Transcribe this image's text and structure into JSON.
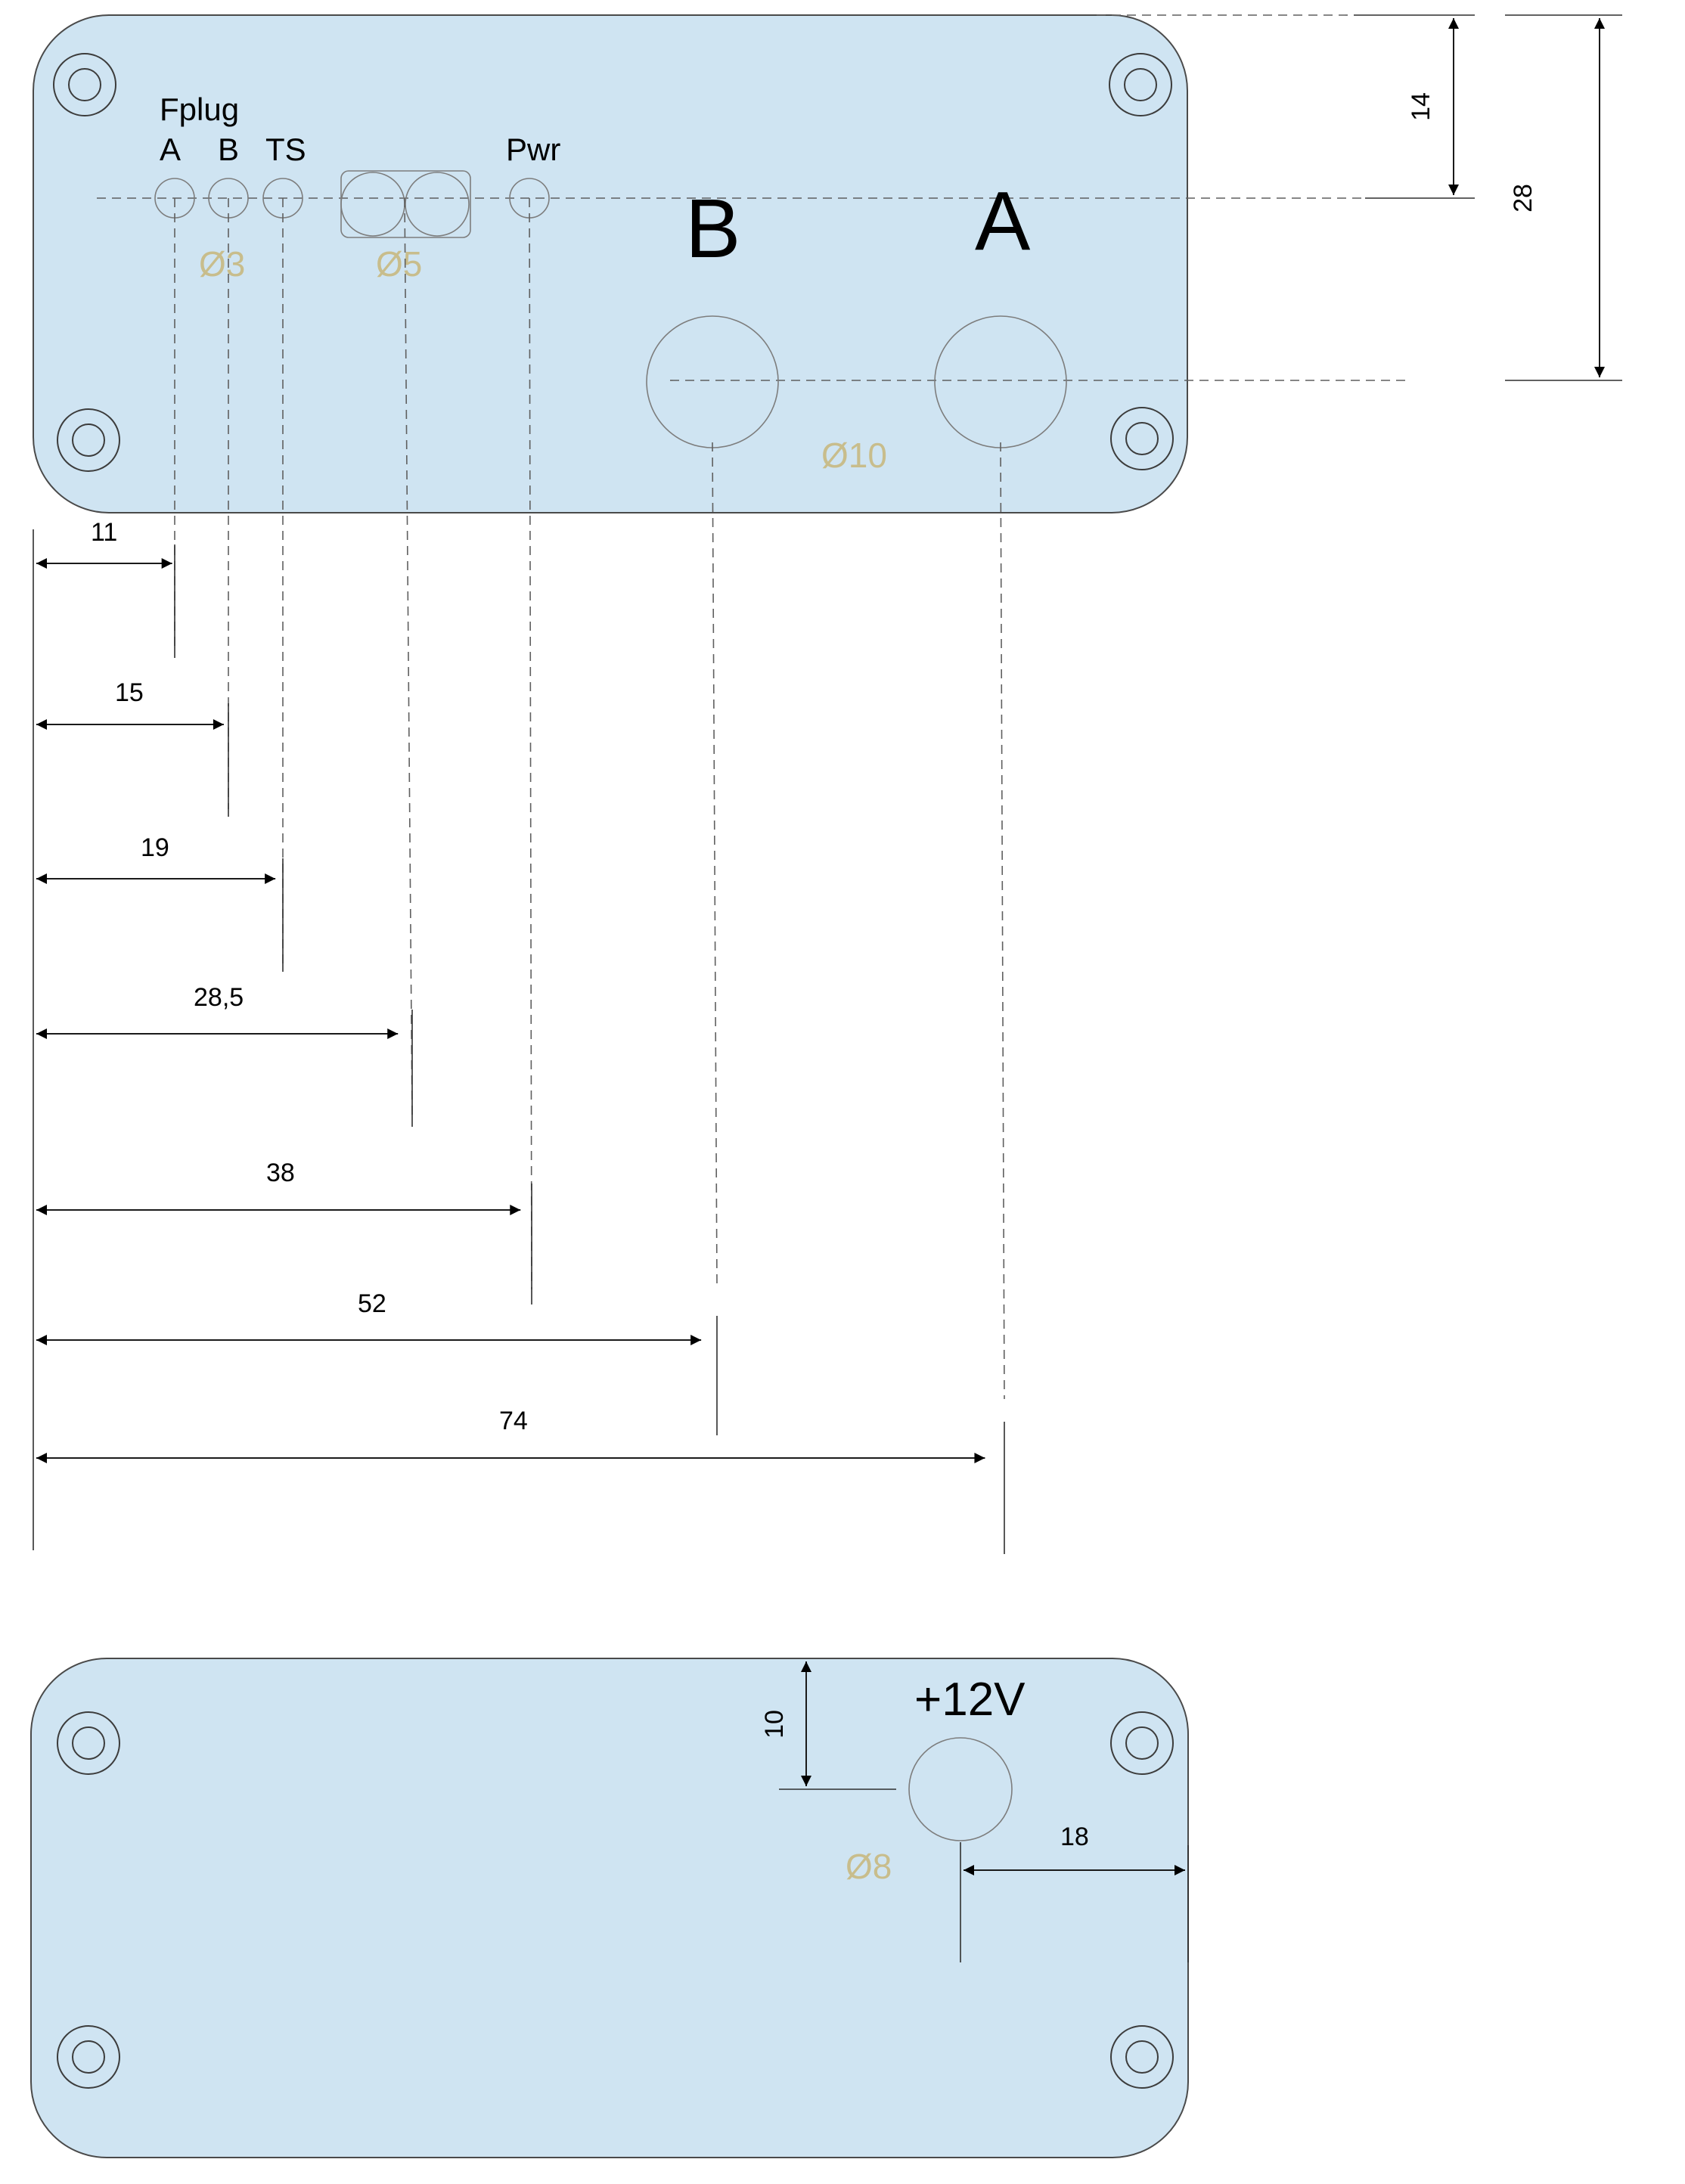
{
  "colors": {
    "panel_fill": "#cfe4f2",
    "outline": "#4a4a4a",
    "diameter_label": "#c8bd8c",
    "text": "#000000"
  },
  "front_panel": {
    "group_label": "Fplug",
    "led_labels": {
      "a": "A",
      "b": "B",
      "ts": "TS",
      "pwr": "Pwr"
    },
    "connector_labels": {
      "b": "B",
      "a": "A"
    },
    "diameters": {
      "led": "Ø3",
      "dual_led": "Ø5",
      "connector": "Ø10"
    }
  },
  "back_panel": {
    "power_label": "+12V",
    "diameter": "Ø8"
  },
  "dimensions": {
    "horizontal": [
      {
        "value": 11,
        "label": "11"
      },
      {
        "value": 15,
        "label": "15"
      },
      {
        "value": 19,
        "label": "19"
      },
      {
        "value": 28.5,
        "label": "28,5"
      },
      {
        "value": 38,
        "label": "38"
      },
      {
        "value": 52,
        "label": "52"
      },
      {
        "value": 74,
        "label": "74"
      }
    ],
    "vertical_front": [
      {
        "value": 14,
        "label": "14"
      },
      {
        "value": 28,
        "label": "28"
      }
    ],
    "back": {
      "vertical": {
        "value": 10,
        "label": "10"
      },
      "horizontal": {
        "value": 18,
        "label": "18"
      }
    }
  }
}
